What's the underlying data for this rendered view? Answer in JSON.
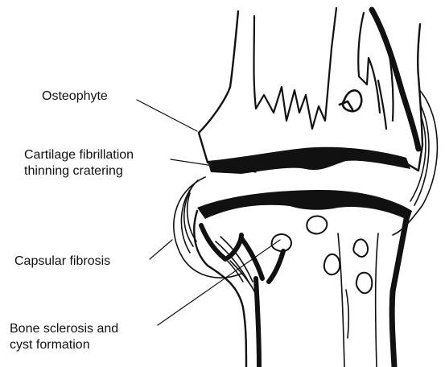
{
  "labels": {
    "osteophyte": "Osteophyte",
    "cartilage_line1": "Cartilage fibrillation",
    "cartilage_line2": "thinning cratering",
    "capsular": "Capsular fibrosis",
    "bone_line1": "Bone sclerosis and",
    "bone_line2": "cyst formation"
  },
  "colors": {
    "ink": "#111111",
    "background": "#ffffff"
  }
}
